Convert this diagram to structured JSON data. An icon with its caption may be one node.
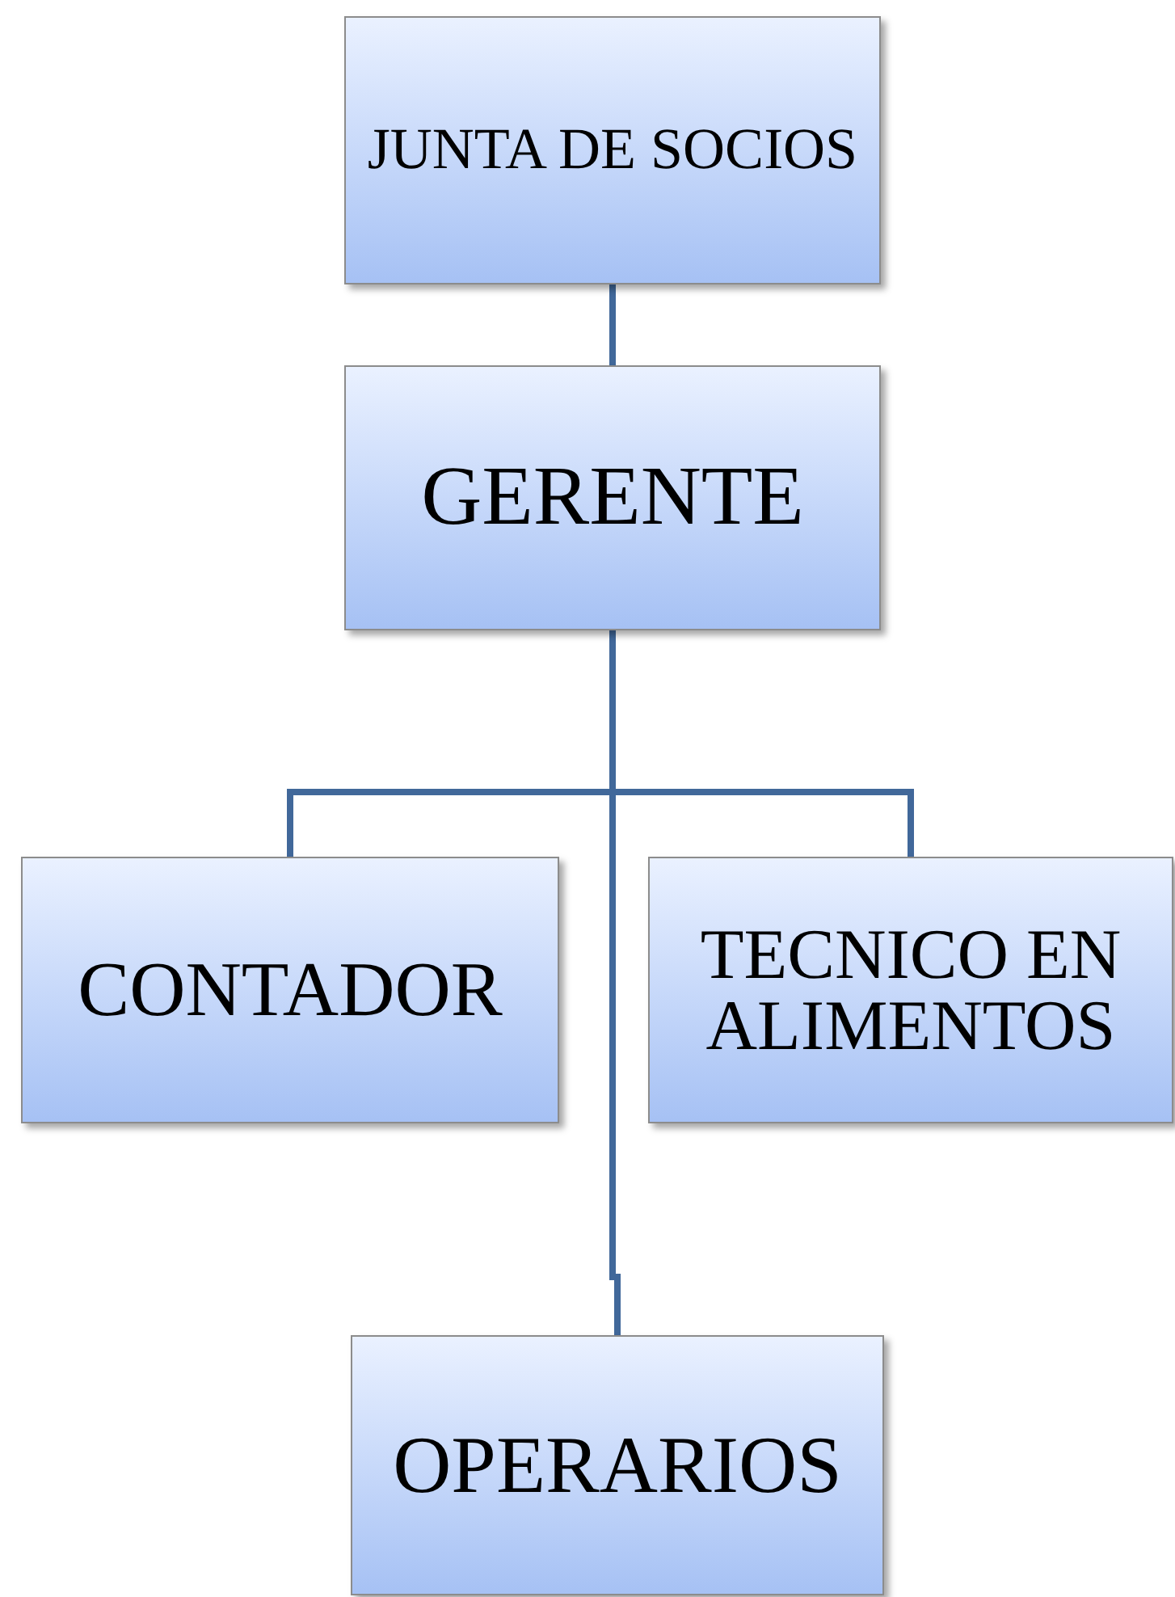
{
  "diagram": {
    "nodes": [
      {
        "text": [
          "JUNTA DE SOCIOS"
        ]
      },
      {
        "text": [
          "GERENTE"
        ]
      },
      {
        "text": [
          "CONTADOR"
        ]
      },
      {
        "text": [
          "TECNICO EN ALIMENTOS"
        ]
      },
      {
        "text": [
          "OPERARIOS"
        ]
      }
    ],
    "edges": [
      {
        "from": 0,
        "to": 1,
        "arrow": "none"
      },
      {
        "from": 1,
        "to": 2,
        "arrow": "none"
      },
      {
        "from": 1,
        "to": 3,
        "arrow": "none"
      },
      {
        "from": 1,
        "to": 4,
        "arrow": "none"
      }
    ]
  }
}
